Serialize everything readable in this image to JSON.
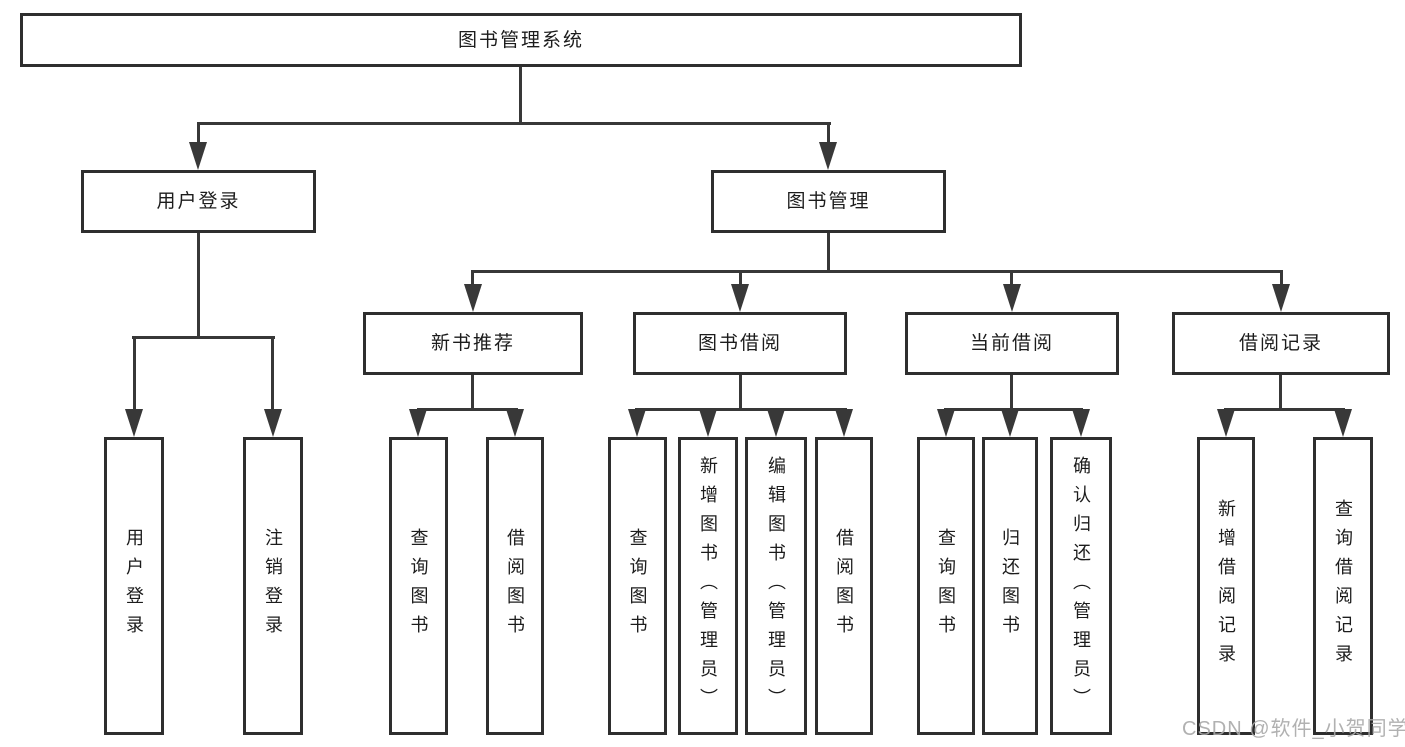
{
  "nodes": {
    "root": "图书管理系统",
    "user_login": "用户登录",
    "book_management": "图书管理",
    "new_book_recommend": "新书推荐",
    "book_borrowing": "图书借阅",
    "current_borrowing": "当前借阅",
    "borrowing_records": "借阅记录",
    "leaf_user_login": "用户登录",
    "leaf_logout": "注销登录",
    "leaf_recommend_query_books": "查询图书",
    "leaf_recommend_borrow_books": "借阅图书",
    "leaf_borrowing_query_books": "查询图书",
    "leaf_borrowing_add_books": "新增图书（管理员）",
    "leaf_borrowing_edit_books": "编辑图书（管理员）",
    "leaf_borrowing_borrow_books": "借阅图书",
    "leaf_current_query_books": "查询图书",
    "leaf_current_return_books": "归还图书",
    "leaf_current_confirm_return": "确认归还（管理员）",
    "leaf_records_add_record": "新增借阅记录",
    "leaf_records_query_record": "查询借阅记录"
  },
  "watermark": "CSDN @软件_小贺同学",
  "colors": {
    "line": "#383838",
    "border": "#2e2e2e",
    "text": "#1c1c1c",
    "watermark": "#a9a9a9",
    "background": "#ffffff"
  }
}
